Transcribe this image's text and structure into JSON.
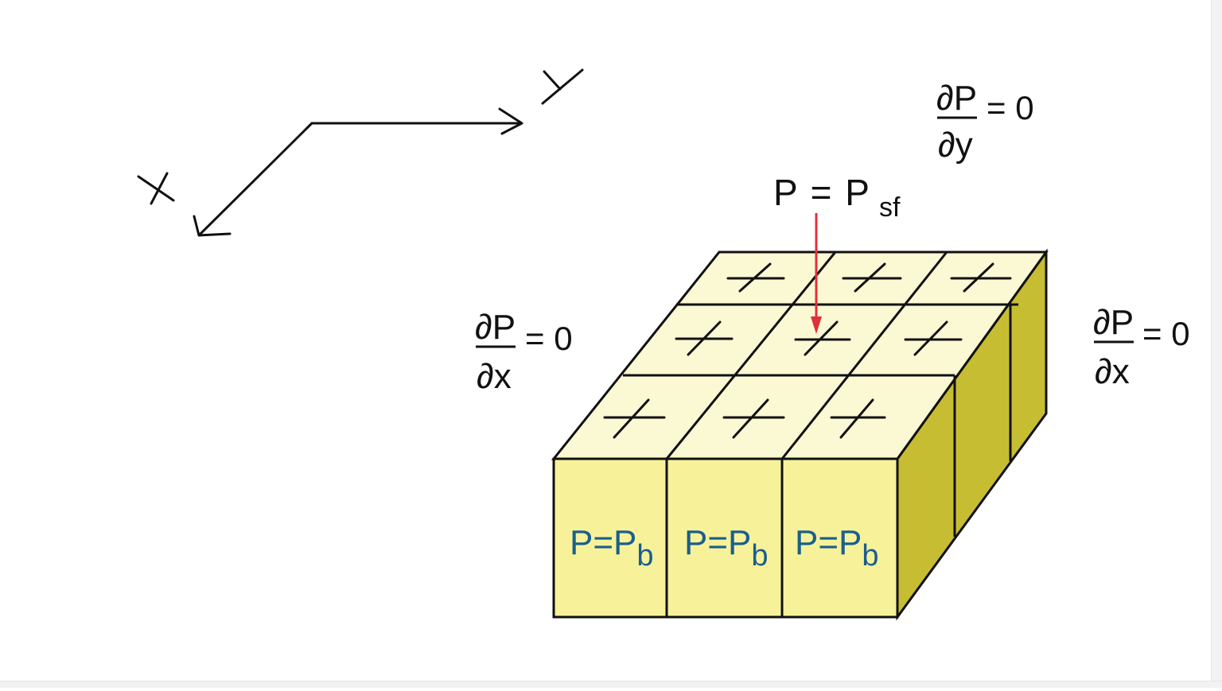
{
  "axes": {
    "x_label": "X",
    "y_label": "Y"
  },
  "top_boundary": {
    "lhs": "P",
    "eq": "=",
    "rhs": "P",
    "rhs_sub": "sf"
  },
  "bc_dy": {
    "num": "∂P",
    "den": "∂y",
    "eq": "= 0"
  },
  "bc_dx_left": {
    "num": "∂P",
    "den": "∂x",
    "eq": "= 0"
  },
  "bc_dx_right": {
    "num": "∂P",
    "den": "∂x",
    "eq": "= 0"
  },
  "bottom_cells": [
    {
      "text": "P=P",
      "sub": "b"
    },
    {
      "text": "P=P",
      "sub": "b"
    },
    {
      "text": "P=P",
      "sub": "b"
    }
  ],
  "colors": {
    "top_face": "#fbf8d4",
    "front_face": "#f7f29a",
    "side_face": "#c7bd33",
    "arrow": "#e0303a",
    "cell_text": "#1a5e8c",
    "ink": "#111111"
  }
}
